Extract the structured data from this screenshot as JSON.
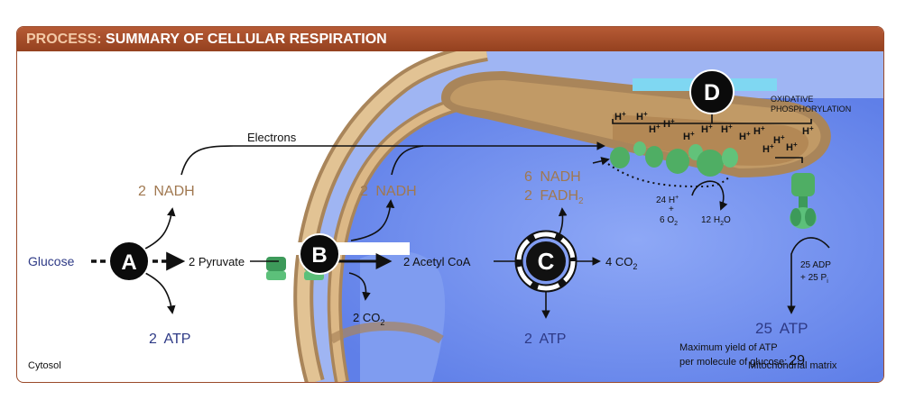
{
  "header": {
    "prefix": "PROCESS:",
    "title": "SUMMARY OF CELLULAR RESPIRATION"
  },
  "markers": {
    "a": "A",
    "b": "B",
    "c": "C",
    "d": "D"
  },
  "labels": {
    "electrons": "Electrons",
    "glucose": "Glucose",
    "pyruvate": "2 Pyruvate",
    "nadh_glycolysis_num": "2",
    "nadh_glycolysis_word": "NADH",
    "atp_glycolysis_num": "2",
    "atp_glycolysis_word": "ATP",
    "nadh_pyruvate_num": "2",
    "nadh_pyruvate_word": "NADH",
    "co2_pyruvate": "2 CO",
    "co2_pyruvate_sub": "2",
    "acetyl_coa": "2 Acetyl CoA",
    "nadh_krebs_num": "6",
    "nadh_krebs_word": "NADH",
    "fadh2_num": "2",
    "fadh2_word": "FADH",
    "fadh2_sub": "2",
    "co2_krebs": "4 CO",
    "co2_krebs_sub": "2",
    "atp_krebs_num": "2",
    "atp_krebs_word": "ATP",
    "oxphos_line1": "OXIDATIVE",
    "oxphos_line2": "PHOSPHORYLATION",
    "h_ion": "H",
    "h_sup": "+",
    "h24": "24 H",
    "h24_sup": "+",
    "plus": "+",
    "o2": "6 O",
    "o2_sub": "2",
    "h2o_a": "12 H",
    "h2o_sub": "2",
    "h2o_b": "O",
    "adp": "25 ADP",
    "pi_a": "+ 25 P",
    "pi_sub": "i",
    "atp_oxphos_num": "25",
    "atp_oxphos_word": "ATP",
    "yield_line1": "Maximum yield of ATP",
    "yield_line2": "per molecule of glucose:",
    "yield_value": "29",
    "cytosol": "Cytosol",
    "matrix": "Mitochondrial matrix"
  },
  "colors": {
    "title_bar": "#a34d2a",
    "nadh": "#a07850",
    "atp": "#2e3a86",
    "glucose": "#2e3a86",
    "membrane": "#c9a06c",
    "matrix": "#6f8ef0",
    "highlight": "#7fd7f2"
  }
}
